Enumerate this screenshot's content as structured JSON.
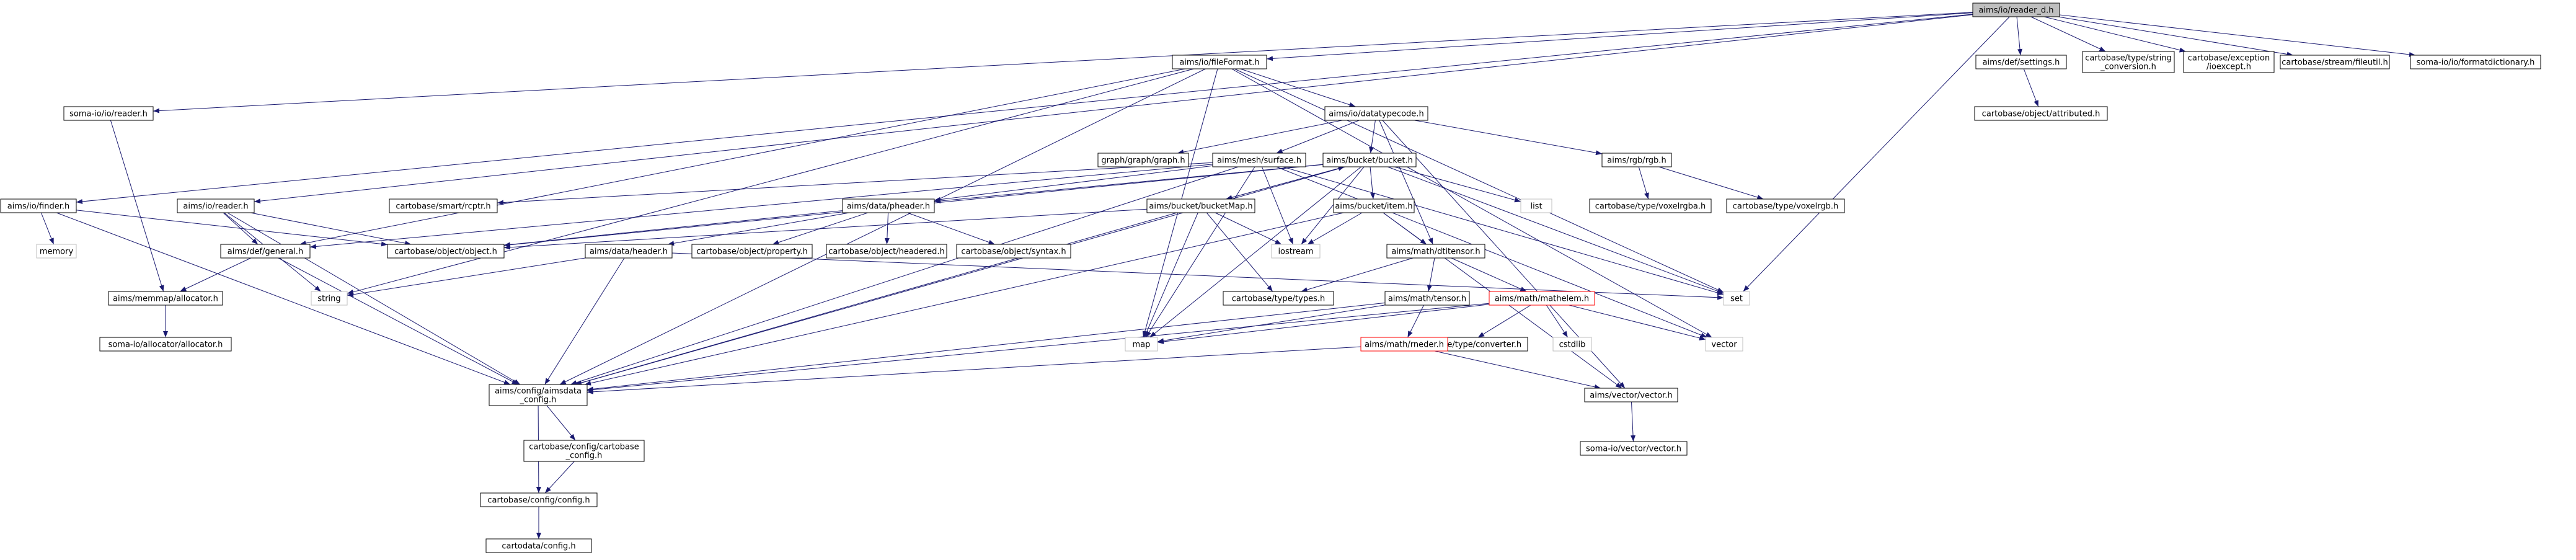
{
  "colors": {
    "background": "#ffffff",
    "edge": "#191970",
    "node_border": "#000000",
    "node_border_red": "#ff0000",
    "node_border_gray": "#bfbfbf",
    "root_fill": "#bfbfbf"
  },
  "nodes": [
    {
      "id": "root",
      "lines": [
        "aims/io/reader_d.h"
      ],
      "style": "root"
    },
    {
      "id": "finder",
      "lines": [
        "aims/io/finder.h"
      ],
      "style": "normal"
    },
    {
      "id": "somareader",
      "lines": [
        "soma-io/io/reader.h"
      ],
      "style": "normal"
    },
    {
      "id": "ioreader",
      "lines": [
        "aims/io/reader.h"
      ],
      "style": "normal"
    },
    {
      "id": "fileformat",
      "lines": [
        "aims/io/fileFormat.h"
      ],
      "style": "normal"
    },
    {
      "id": "settings",
      "lines": [
        "aims/def/settings.h"
      ],
      "style": "normal"
    },
    {
      "id": "strconv",
      "lines": [
        "cartobase/type/string",
        "_conversion.h"
      ],
      "style": "normal"
    },
    {
      "id": "ioexcept",
      "lines": [
        "cartobase/exception",
        "/ioexcept.h"
      ],
      "style": "normal"
    },
    {
      "id": "fileutil",
      "lines": [
        "cartobase/stream/fileutil.h"
      ],
      "style": "normal"
    },
    {
      "id": "formatdict",
      "lines": [
        "soma-io/io/formatdictionary.h"
      ],
      "style": "normal"
    },
    {
      "id": "attributed",
      "lines": [
        "cartobase/object/attributed.h"
      ],
      "style": "normal"
    },
    {
      "id": "datatypecode",
      "lines": [
        "aims/io/datatypecode.h"
      ],
      "style": "normal"
    },
    {
      "id": "graph",
      "lines": [
        "graph/graph/graph.h"
      ],
      "style": "normal"
    },
    {
      "id": "surface",
      "lines": [
        "aims/mesh/surface.h"
      ],
      "style": "normal"
    },
    {
      "id": "bucket",
      "lines": [
        "aims/bucket/bucket.h"
      ],
      "style": "normal"
    },
    {
      "id": "rgb",
      "lines": [
        "aims/rgb/rgb.h"
      ],
      "style": "normal"
    },
    {
      "id": "list",
      "lines": [
        "list"
      ],
      "style": "gray"
    },
    {
      "id": "voxelrgba",
      "lines": [
        "cartobase/type/voxelrgba.h"
      ],
      "style": "normal"
    },
    {
      "id": "voxelrgb",
      "lines": [
        "cartobase/type/voxelrgb.h"
      ],
      "style": "normal"
    },
    {
      "id": "memory",
      "lines": [
        "memory"
      ],
      "style": "gray"
    },
    {
      "id": "rcptr",
      "lines": [
        "cartobase/smart/rcptr.h"
      ],
      "style": "normal"
    },
    {
      "id": "pheader",
      "lines": [
        "aims/data/pheader.h"
      ],
      "style": "normal"
    },
    {
      "id": "bucketmap",
      "lines": [
        "aims/bucket/bucketMap.h"
      ],
      "style": "normal"
    },
    {
      "id": "item",
      "lines": [
        "aims/bucket/item.h"
      ],
      "style": "normal"
    },
    {
      "id": "object",
      "lines": [
        "cartobase/object/object.h"
      ],
      "style": "normal"
    },
    {
      "id": "general",
      "lines": [
        "aims/def/general.h"
      ],
      "style": "normal"
    },
    {
      "id": "header",
      "lines": [
        "aims/data/header.h"
      ],
      "style": "normal"
    },
    {
      "id": "property",
      "lines": [
        "cartobase/object/property.h"
      ],
      "style": "normal"
    },
    {
      "id": "headered",
      "lines": [
        "cartobase/object/headered.h"
      ],
      "style": "normal"
    },
    {
      "id": "syntax",
      "lines": [
        "cartobase/object/syntax.h"
      ],
      "style": "normal"
    },
    {
      "id": "iostream",
      "lines": [
        "iostream"
      ],
      "style": "gray"
    },
    {
      "id": "dtitensor",
      "lines": [
        "aims/math/dtitensor.h"
      ],
      "style": "normal"
    },
    {
      "id": "string",
      "lines": [
        "string"
      ],
      "style": "gray"
    },
    {
      "id": "types",
      "lines": [
        "cartobase/type/types.h"
      ],
      "style": "normal"
    },
    {
      "id": "set",
      "lines": [
        "set"
      ],
      "style": "gray"
    },
    {
      "id": "allocator",
      "lines": [
        "aims/memmap/allocator.h"
      ],
      "style": "normal"
    },
    {
      "id": "tensor",
      "lines": [
        "aims/math/tensor.h"
      ],
      "style": "normal"
    },
    {
      "id": "mathelem",
      "lines": [
        "aims/math/mathelem.h"
      ],
      "style": "red"
    },
    {
      "id": "somaallocator",
      "lines": [
        "soma-io/allocator/allocator.h"
      ],
      "style": "normal"
    },
    {
      "id": "map",
      "lines": [
        "map"
      ],
      "style": "gray"
    },
    {
      "id": "converter",
      "lines": [
        "cartobase/type/converter.h"
      ],
      "style": "normal"
    },
    {
      "id": "cstdlib",
      "lines": [
        "cstdlib"
      ],
      "style": "gray"
    },
    {
      "id": "vector",
      "lines": [
        "vector"
      ],
      "style": "gray"
    },
    {
      "id": "rneder",
      "lines": [
        "aims/math/rneder.h"
      ],
      "style": "red"
    },
    {
      "id": "aimsdata",
      "lines": [
        "aims/config/aimsdata",
        "_config.h"
      ],
      "style": "normal"
    },
    {
      "id": "aimsvector",
      "lines": [
        "aims/vector/vector.h"
      ],
      "style": "normal"
    },
    {
      "id": "cartobaseconfig",
      "lines": [
        "cartobase/config/cartobase",
        "_config.h"
      ],
      "style": "normal"
    },
    {
      "id": "somavector",
      "lines": [
        "soma-io/vector/vector.h"
      ],
      "style": "normal"
    },
    {
      "id": "config",
      "lines": [
        "cartobase/config/config.h"
      ],
      "style": "normal"
    },
    {
      "id": "cartodata",
      "lines": [
        "cartodata/config.h"
      ],
      "style": "normal"
    }
  ],
  "edges": [
    [
      "root",
      "finder"
    ],
    [
      "root",
      "somareader"
    ],
    [
      "root",
      "ioreader"
    ],
    [
      "root",
      "fileformat"
    ],
    [
      "root",
      "settings"
    ],
    [
      "root",
      "strconv"
    ],
    [
      "root",
      "ioexcept"
    ],
    [
      "root",
      "fileutil"
    ],
    [
      "root",
      "formatdict"
    ],
    [
      "root",
      "set"
    ],
    [
      "settings",
      "attributed"
    ],
    [
      "finder",
      "memory"
    ],
    [
      "finder",
      "object"
    ],
    [
      "finder",
      "aimsdata"
    ],
    [
      "somareader",
      "allocator"
    ],
    [
      "ioreader",
      "general"
    ],
    [
      "ioreader",
      "object"
    ],
    [
      "ioreader",
      "string"
    ],
    [
      "ioreader",
      "aimsdata"
    ],
    [
      "fileformat",
      "datatypecode"
    ],
    [
      "fileformat",
      "general"
    ],
    [
      "fileformat",
      "string"
    ],
    [
      "fileformat",
      "map"
    ],
    [
      "fileformat",
      "vector"
    ],
    [
      "fileformat",
      "set"
    ],
    [
      "fileformat",
      "aimsdata"
    ],
    [
      "datatypecode",
      "graph"
    ],
    [
      "datatypecode",
      "surface"
    ],
    [
      "datatypecode",
      "bucket"
    ],
    [
      "datatypecode",
      "rgb"
    ],
    [
      "datatypecode",
      "dtitensor"
    ],
    [
      "datatypecode",
      "aimsvector"
    ],
    [
      "rgb",
      "voxelrgba"
    ],
    [
      "rgb",
      "voxelrgb"
    ],
    [
      "surface",
      "rcptr"
    ],
    [
      "surface",
      "pheader"
    ],
    [
      "surface",
      "general"
    ],
    [
      "surface",
      "iostream"
    ],
    [
      "surface",
      "set"
    ],
    [
      "surface",
      "map"
    ],
    [
      "surface",
      "aimsdata"
    ],
    [
      "surface",
      "vector"
    ],
    [
      "bucket",
      "list"
    ],
    [
      "bucket",
      "bucketmap"
    ],
    [
      "bucket",
      "item"
    ],
    [
      "bucket",
      "pheader"
    ],
    [
      "bucket",
      "iostream"
    ],
    [
      "bucket",
      "object"
    ],
    [
      "bucket",
      "set"
    ],
    [
      "bucket",
      "aimsdata"
    ],
    [
      "bucket",
      "map"
    ],
    [
      "bucketmap",
      "bucket"
    ],
    [
      "bucketmap",
      "types"
    ],
    [
      "bucketmap",
      "iostream"
    ],
    [
      "bucketmap",
      "map"
    ],
    [
      "bucketmap",
      "aimsdata"
    ],
    [
      "bucketmap",
      "object"
    ],
    [
      "item",
      "iostream"
    ],
    [
      "item",
      "dtitensor"
    ],
    [
      "item",
      "aimsvector"
    ],
    [
      "item",
      "aimsdata"
    ],
    [
      "pheader",
      "header"
    ],
    [
      "pheader",
      "property"
    ],
    [
      "pheader",
      "headered"
    ],
    [
      "pheader",
      "syntax"
    ],
    [
      "pheader",
      "object"
    ],
    [
      "header",
      "aimsdata"
    ],
    [
      "header",
      "string"
    ],
    [
      "header",
      "set"
    ],
    [
      "general",
      "allocator"
    ],
    [
      "general",
      "aimsdata"
    ],
    [
      "dtitensor",
      "tensor"
    ],
    [
      "dtitensor",
      "mathelem"
    ],
    [
      "dtitensor",
      "types"
    ],
    [
      "tensor",
      "rneder"
    ],
    [
      "tensor",
      "aimsdata"
    ],
    [
      "tensor",
      "map"
    ],
    [
      "mathelem",
      "converter"
    ],
    [
      "mathelem",
      "cstdlib"
    ],
    [
      "mathelem",
      "vector"
    ],
    [
      "mathelem",
      "map"
    ],
    [
      "mathelem",
      "aimsdata"
    ],
    [
      "rneder",
      "aimsdata"
    ],
    [
      "rneder",
      "aimsvector"
    ],
    [
      "allocator",
      "somaallocator"
    ],
    [
      "aimsdata",
      "cartobaseconfig"
    ],
    [
      "aimsdata",
      "config"
    ],
    [
      "cartobaseconfig",
      "config"
    ],
    [
      "aimsvector",
      "somavector"
    ],
    [
      "config",
      "cartodata"
    ]
  ]
}
